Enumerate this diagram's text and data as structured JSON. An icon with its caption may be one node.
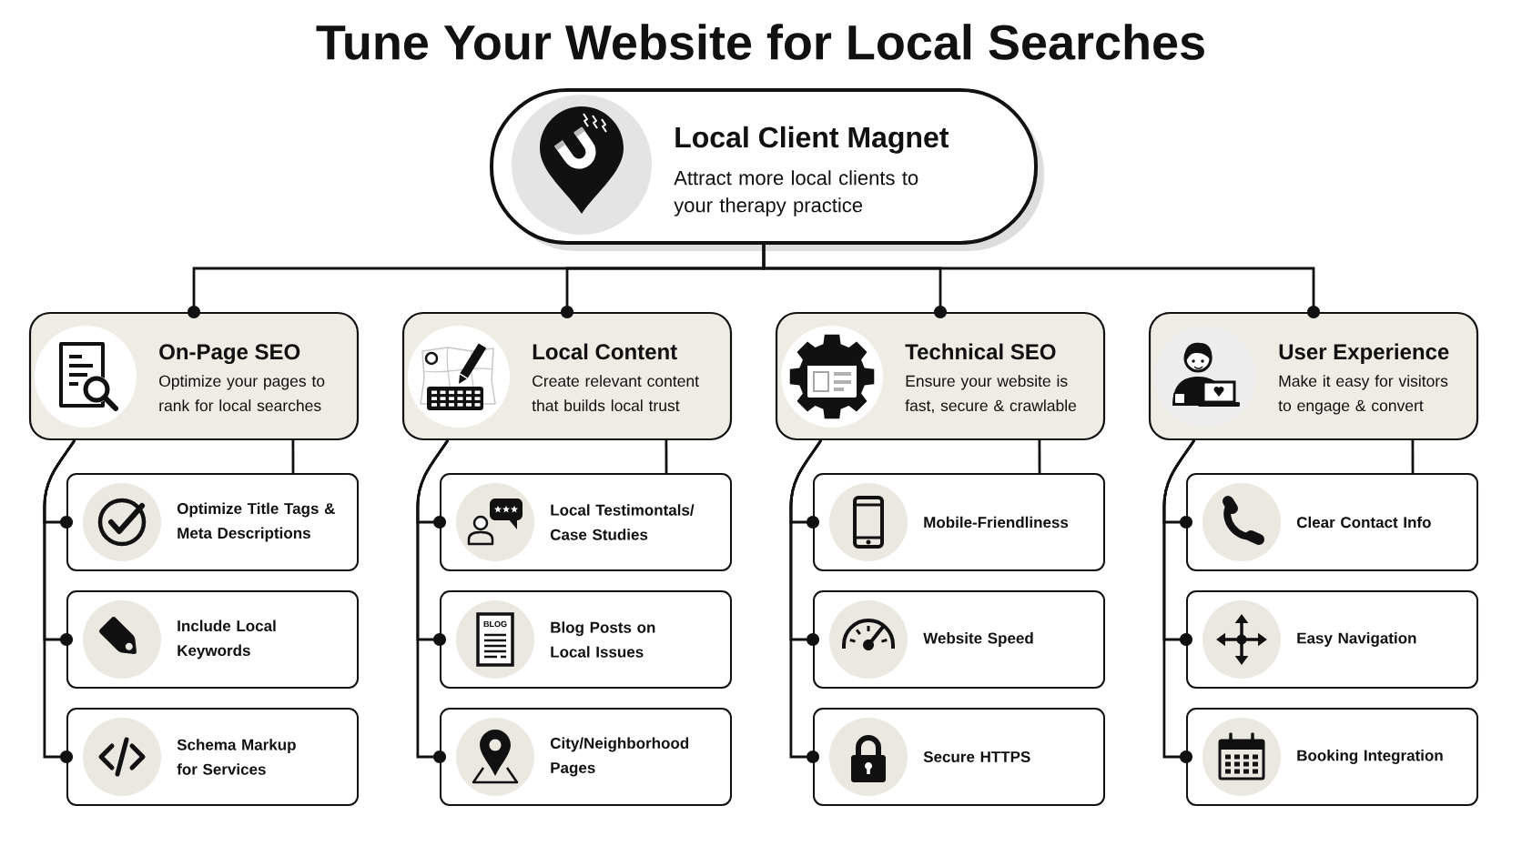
{
  "diagram": {
    "title": "Tune Your Website for Local Searches",
    "nodes": [
      {
        "text": [
          "Local Client Magnet",
          "Attract more local clients to your therapy practice"
        ]
      },
      {
        "text": [
          "On-Page SEO",
          "Optimize your pages to rank for local searches"
        ]
      },
      {
        "text": [
          "Optimize Title Tags & Meta Descriptions"
        ]
      },
      {
        "text": [
          "Include Local Keywords"
        ]
      },
      {
        "text": [
          "Schema Markup for Services"
        ]
      },
      {
        "text": [
          "Local Content",
          "Create relevant content that builds local trust"
        ]
      },
      {
        "text": [
          "Local Testimontals/ Case Studies"
        ]
      },
      {
        "text": [
          "Blog Posts on Local Issues"
        ]
      },
      {
        "text": [
          "City/Neighborhood Pages"
        ]
      },
      {
        "text": [
          "Technical SEO",
          "Ensure your website is fast, secure & crawlable"
        ]
      },
      {
        "text": [
          "Mobile-Friendliness"
        ]
      },
      {
        "text": [
          "Website Speed"
        ]
      },
      {
        "text": [
          "Secure HTTPS"
        ]
      },
      {
        "text": [
          "User Experience",
          "Make it easy for visitors to engage & convert"
        ]
      },
      {
        "text": [
          "Clear Contact Info"
        ]
      },
      {
        "text": [
          "Easy Navigation"
        ]
      },
      {
        "text": [
          "Booking Integration"
        ]
      }
    ],
    "edges": [
      {
        "from": 0,
        "to": 1,
        "arrow": "other"
      },
      {
        "from": 0,
        "to": 5,
        "arrow": "other"
      },
      {
        "from": 0,
        "to": 9,
        "arrow": "other"
      },
      {
        "from": 0,
        "to": 13,
        "arrow": "other"
      },
      {
        "from": 1,
        "to": 2,
        "arrow": "other"
      },
      {
        "from": 1,
        "to": 3,
        "arrow": "other"
      },
      {
        "from": 1,
        "to": 4,
        "arrow": "other"
      },
      {
        "from": 1,
        "to": 2,
        "arrow": "none"
      },
      {
        "from": 5,
        "to": 6,
        "arrow": "other"
      },
      {
        "from": 5,
        "to": 7,
        "arrow": "other"
      },
      {
        "from": 5,
        "to": 8,
        "arrow": "other"
      },
      {
        "from": 5,
        "to": 6,
        "arrow": "none"
      },
      {
        "from": 9,
        "to": 10,
        "arrow": "other"
      },
      {
        "from": 9,
        "to": 11,
        "arrow": "other"
      },
      {
        "from": 9,
        "to": 12,
        "arrow": "other"
      },
      {
        "from": 9,
        "to": 10,
        "arrow": "none"
      },
      {
        "from": 13,
        "to": 14,
        "arrow": "other"
      },
      {
        "from": 13,
        "to": 15,
        "arrow": "other"
      },
      {
        "from": 13,
        "to": 16,
        "arrow": "other"
      },
      {
        "from": 13,
        "to": 14,
        "arrow": "none"
      }
    ],
    "labels": [
      "BLOG"
    ]
  }
}
